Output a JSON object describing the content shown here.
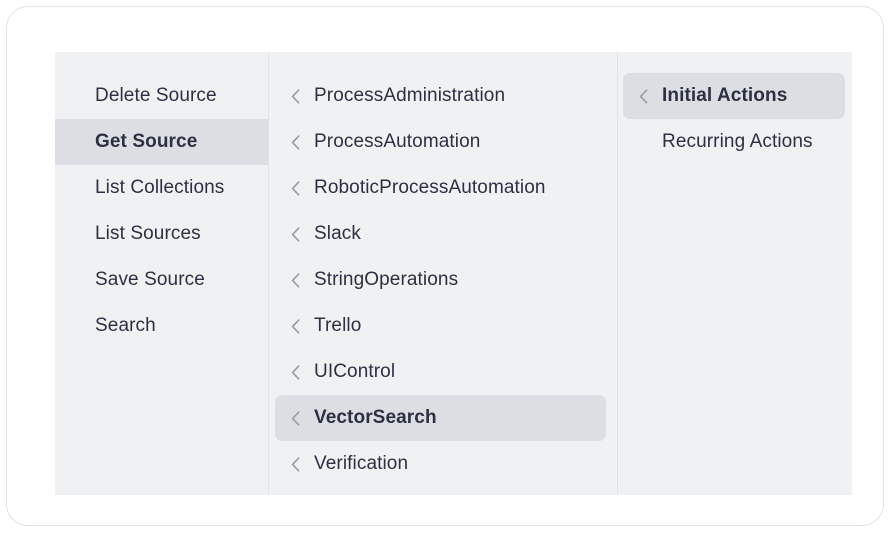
{
  "theme": {
    "page_background": "#ffffff",
    "card_background": "#ffffff",
    "card_border": "#dfe2e8",
    "panel_background": "#f0f1f3",
    "divider": "#e1e3e7",
    "highlight_background": "#dcdee4",
    "text_color": "#2c3142",
    "chevron_color": "#9aa0ab"
  },
  "menu": {
    "columns": [
      {
        "name": "level-1-actions",
        "items": [
          {
            "label": "Delete Source",
            "selected": false,
            "chevron": false
          },
          {
            "label": "Get Source",
            "selected": true,
            "chevron": false
          },
          {
            "label": "List Collections",
            "selected": false,
            "chevron": false
          },
          {
            "label": "List Sources",
            "selected": false,
            "chevron": false
          },
          {
            "label": "Save Source",
            "selected": false,
            "chevron": false
          },
          {
            "label": "Search",
            "selected": false,
            "chevron": false
          }
        ]
      },
      {
        "name": "level-2-categories",
        "items": [
          {
            "label": "ProcessAdministration",
            "selected": false,
            "chevron": true
          },
          {
            "label": "ProcessAutomation",
            "selected": false,
            "chevron": true
          },
          {
            "label": "RoboticProcessAutomation",
            "selected": false,
            "chevron": true
          },
          {
            "label": "Slack",
            "selected": false,
            "chevron": true
          },
          {
            "label": "StringOperations",
            "selected": false,
            "chevron": true
          },
          {
            "label": "Trello",
            "selected": false,
            "chevron": true
          },
          {
            "label": "UIControl",
            "selected": false,
            "chevron": true
          },
          {
            "label": "VectorSearch",
            "selected": true,
            "chevron": true
          },
          {
            "label": "Verification",
            "selected": false,
            "chevron": true
          }
        ]
      },
      {
        "name": "level-3-groups",
        "items": [
          {
            "label": "Initial Actions",
            "selected": true,
            "chevron": true
          },
          {
            "label": "Recurring Actions",
            "selected": false,
            "chevron": false
          }
        ]
      }
    ]
  },
  "icons": {
    "chevron_left": "chevron-left-icon"
  }
}
